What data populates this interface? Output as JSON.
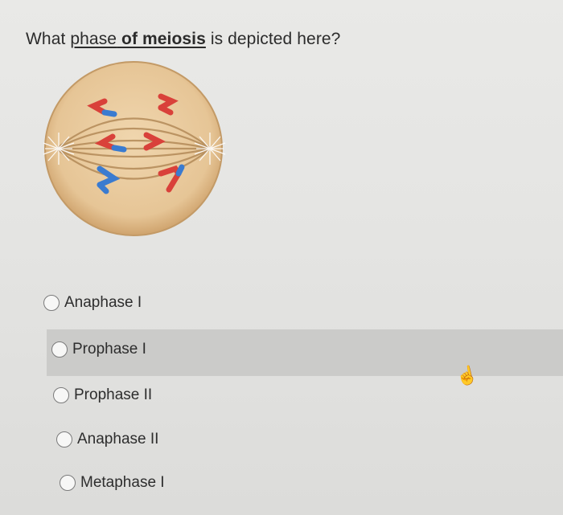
{
  "question": {
    "prefix": "What ",
    "link1": "phase",
    "space": " ",
    "link2": "of meiosis",
    "suffix": " is depicted here?"
  },
  "options": [
    {
      "label": "Anaphase I"
    },
    {
      "label": "Prophase I",
      "hovered": true
    },
    {
      "label": "Prophase II"
    },
    {
      "label": "Anaphase II"
    },
    {
      "label": "Metaphase I"
    }
  ],
  "colors": {
    "hover_bg": "#cbcbc9",
    "cell_fill": "#e8c9a0",
    "chromosome_red": "#d9413a",
    "chromosome_blue": "#3a7bd0"
  },
  "icons": {
    "cursor": "pointer-hand-icon",
    "radio": "radio-circle-icon"
  }
}
